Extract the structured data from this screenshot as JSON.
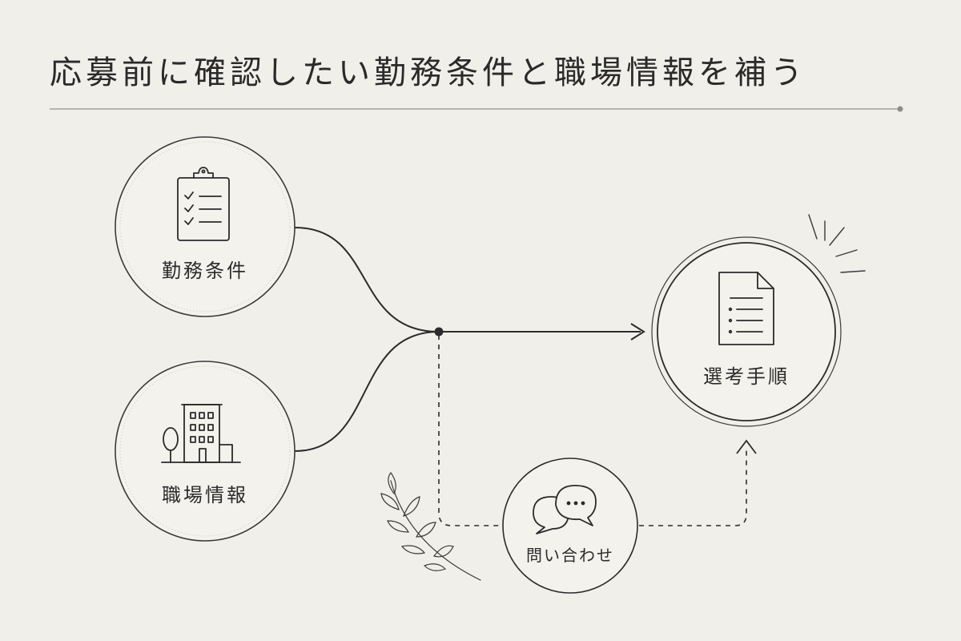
{
  "title": "応募前に確認したい勤務条件と職場情報を補う",
  "nodes": {
    "work_conditions": {
      "label": "勤務条件",
      "icon": "clipboard-checklist-icon"
    },
    "workplace_info": {
      "label": "職場情報",
      "icon": "office-building-icon"
    },
    "selection_process": {
      "label": "選考手順",
      "icon": "document-icon"
    },
    "inquiry": {
      "label": "問い合わせ",
      "icon": "chat-bubbles-icon"
    }
  },
  "colors": {
    "background": "#f1efea",
    "ink": "#2b2b2b",
    "circle_fill": "#f4f2ed",
    "rule": "#9a9893"
  }
}
